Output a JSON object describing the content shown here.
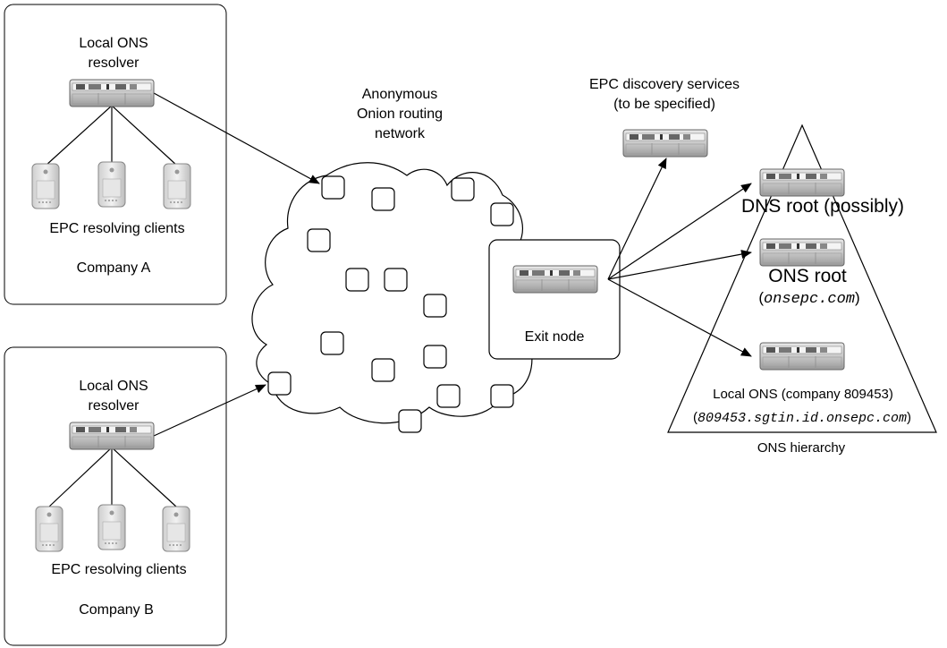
{
  "company_a": {
    "resolver_label": "Local ONS\nresolver",
    "clients_label": "EPC resolving clients",
    "company_label": "Company A"
  },
  "company_b": {
    "resolver_label": "Local ONS\nresolver",
    "clients_label": "EPC resolving clients",
    "company_label": "Company B"
  },
  "network": {
    "label": "Anonymous\nOnion routing\nnetwork",
    "exit_node_label": "Exit node"
  },
  "discovery": {
    "label": "EPC discovery services\n(to be specified)"
  },
  "hierarchy": {
    "dns_root_label": "DNS root (possibly)",
    "ons_root_label": "ONS root",
    "ons_root_domain": "onsepc.com",
    "local_ons_label": "Local ONS (company 809453)",
    "local_ons_domain": "809453.sgtin.id.onsepc.com",
    "hierarchy_label": "ONS hierarchy"
  },
  "icons": {
    "server": "rack-server-icon",
    "client": "tower-computer-icon",
    "relay": "onion-relay-node"
  }
}
